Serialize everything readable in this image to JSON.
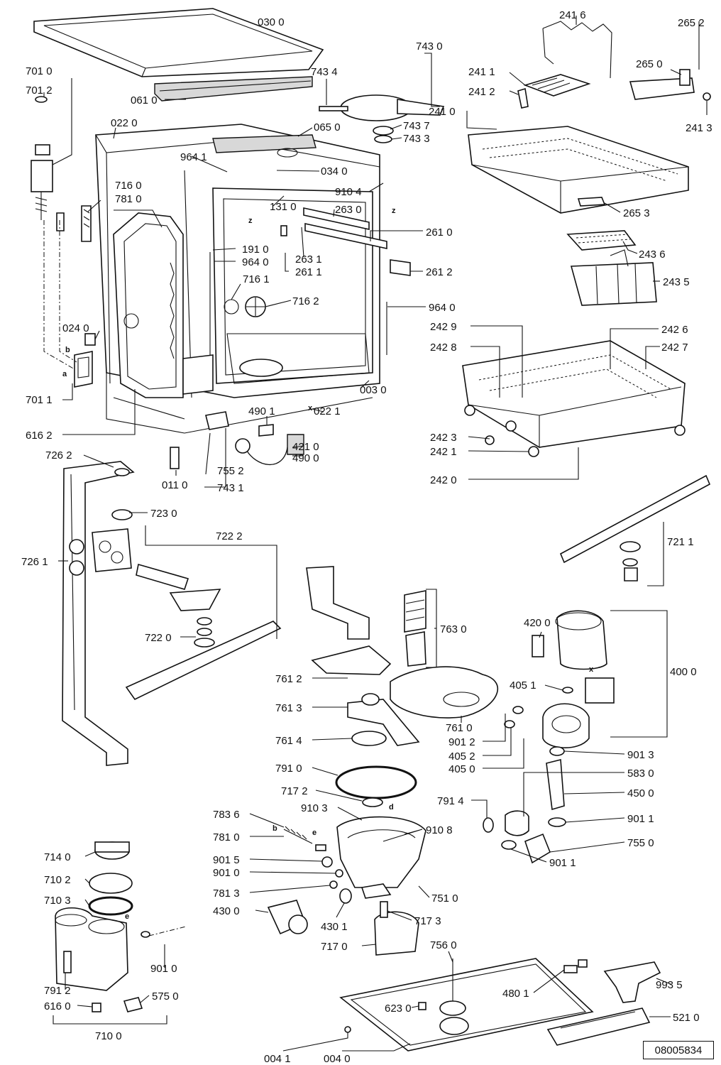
{
  "document_id": "08005834",
  "part_labels": [
    {
      "text": "030 0"
    },
    {
      "text": "061 0"
    },
    {
      "text": "701 0"
    },
    {
      "text": "701 2"
    },
    {
      "text": "022 0"
    },
    {
      "text": "743 4"
    },
    {
      "text": "743 0"
    },
    {
      "text": "743 7"
    },
    {
      "text": "743 3"
    },
    {
      "text": "065 0"
    },
    {
      "text": "964 1"
    },
    {
      "text": "034 0"
    },
    {
      "text": "910 4"
    },
    {
      "text": "716 0"
    },
    {
      "text": "781 0"
    },
    {
      "text": "131 0"
    },
    {
      "text": "263 0"
    },
    {
      "text": "261 0"
    },
    {
      "text": "191 0"
    },
    {
      "text": "964 0"
    },
    {
      "text": "263 1"
    },
    {
      "text": "261 1"
    },
    {
      "text": "261 2"
    },
    {
      "text": "716 1"
    },
    {
      "text": "716 2"
    },
    {
      "text": "964 0"
    },
    {
      "text": "024 0"
    },
    {
      "text": "701 1"
    },
    {
      "text": "003 0"
    },
    {
      "text": "490 1"
    },
    {
      "text": "022 1"
    },
    {
      "text": "616 2"
    },
    {
      "text": "421 0"
    },
    {
      "text": "490 0"
    },
    {
      "text": "755 2"
    },
    {
      "text": "726 2"
    },
    {
      "text": "011 0"
    },
    {
      "text": "743 1"
    },
    {
      "text": "241 6"
    },
    {
      "text": "265 2"
    },
    {
      "text": "265 0"
    },
    {
      "text": "241 1"
    },
    {
      "text": "241 2"
    },
    {
      "text": "241 3"
    },
    {
      "text": "241 0"
    },
    {
      "text": "265 3"
    },
    {
      "text": "243 6"
    },
    {
      "text": "243 5"
    },
    {
      "text": "242 9"
    },
    {
      "text": "242 6"
    },
    {
      "text": "242 8"
    },
    {
      "text": "242 7"
    },
    {
      "text": "242 3"
    },
    {
      "text": "242 1"
    },
    {
      "text": "242 0"
    },
    {
      "text": "723 0"
    },
    {
      "text": "722 2"
    },
    {
      "text": "726 1"
    },
    {
      "text": "721 1"
    },
    {
      "text": "722 0"
    },
    {
      "text": "763 0"
    },
    {
      "text": "420 0"
    },
    {
      "text": "400 0"
    },
    {
      "text": "761 2"
    },
    {
      "text": "405 1"
    },
    {
      "text": "761 3"
    },
    {
      "text": "761 0"
    },
    {
      "text": "761 4"
    },
    {
      "text": "901 2"
    },
    {
      "text": "405 2"
    },
    {
      "text": "405 0"
    },
    {
      "text": "901 3"
    },
    {
      "text": "791 0"
    },
    {
      "text": "583 0"
    },
    {
      "text": "450 0"
    },
    {
      "text": "717 2"
    },
    {
      "text": "791 4"
    },
    {
      "text": "901 1"
    },
    {
      "text": "910 3"
    },
    {
      "text": "910 8"
    },
    {
      "text": "783 6"
    },
    {
      "text": "755 0"
    },
    {
      "text": "781 0"
    },
    {
      "text": "901 1"
    },
    {
      "text": "714 0"
    },
    {
      "text": "901 5"
    },
    {
      "text": "901 0"
    },
    {
      "text": "710 2"
    },
    {
      "text": "781 3"
    },
    {
      "text": "751 0"
    },
    {
      "text": "710 3"
    },
    {
      "text": "430 0"
    },
    {
      "text": "430 1"
    },
    {
      "text": "717 3"
    },
    {
      "text": "717 0"
    },
    {
      "text": "901 0"
    },
    {
      "text": "756 0"
    },
    {
      "text": "791 2"
    },
    {
      "text": "480 1"
    },
    {
      "text": "993 5"
    },
    {
      "text": "616 0"
    },
    {
      "text": "575 0"
    },
    {
      "text": "623 0"
    },
    {
      "text": "521 0"
    },
    {
      "text": "710 0"
    },
    {
      "text": "004 1"
    },
    {
      "text": "004 0"
    }
  ],
  "reference_letters": [
    {
      "text": "z"
    },
    {
      "text": "z"
    },
    {
      "text": "b"
    },
    {
      "text": "a"
    },
    {
      "text": "x"
    },
    {
      "text": "x"
    },
    {
      "text": "d"
    },
    {
      "text": "b"
    },
    {
      "text": "e"
    },
    {
      "text": "e"
    }
  ]
}
